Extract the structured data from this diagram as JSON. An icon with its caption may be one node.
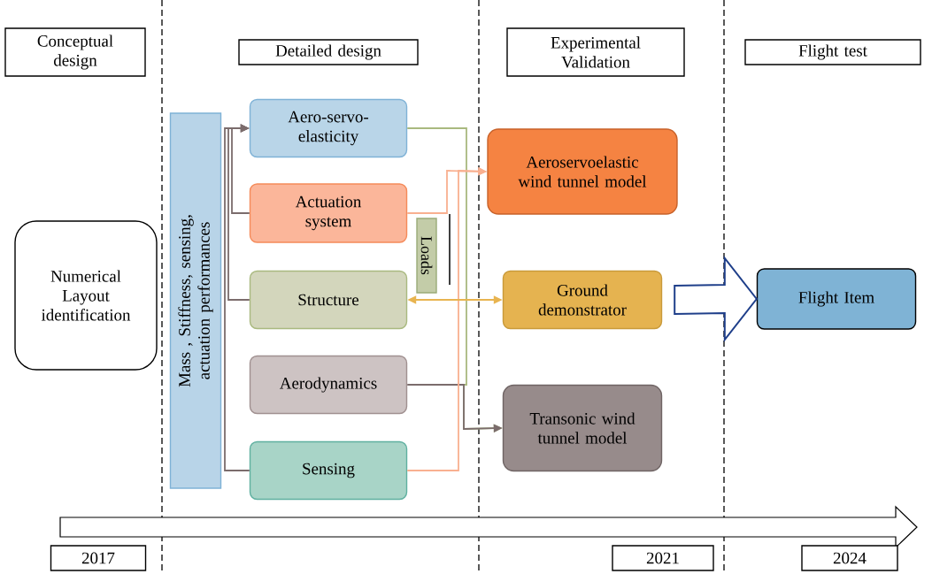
{
  "diagram": {
    "nodes": [
      {
        "text": [
          "Conceptual design"
        ]
      },
      {
        "text": [
          "Detailed design"
        ]
      },
      {
        "text": [
          "Experimental Validation"
        ]
      },
      {
        "text": [
          "Flight test"
        ]
      },
      {
        "text": [
          "Numerical Layout identification"
        ]
      },
      {
        "text": [
          "Mass , Stiffness, sensing, actuation performances"
        ]
      },
      {
        "text": [
          "Aero-servo-elasticity"
        ]
      },
      {
        "text": [
          "Actuation system"
        ]
      },
      {
        "text": [
          "Structure"
        ]
      },
      {
        "text": [
          "Aerodynamics"
        ]
      },
      {
        "text": [
          "Sensing"
        ]
      },
      {
        "text": [
          "Loads"
        ]
      },
      {
        "text": [
          "Aeroservoelastic wind tunnel model"
        ]
      },
      {
        "text": [
          "Ground demonstrator"
        ]
      },
      {
        "text": [
          "Transonic wind tunnel model"
        ]
      },
      {
        "text": [
          "Flight Item"
        ]
      },
      {
        "text": [
          "2017"
        ]
      },
      {
        "text": [
          "2021"
        ]
      },
      {
        "text": [
          "2024"
        ]
      }
    ],
    "edges": [
      {
        "from": 7,
        "to": 6,
        "arrow": "to"
      },
      {
        "from": 8,
        "to": 6,
        "arrow": "to"
      },
      {
        "from": 10,
        "to": 6,
        "arrow": "to"
      },
      {
        "from": 6,
        "to": 14,
        "arrow": "to",
        "color": "#a9b97f"
      },
      {
        "from": 9,
        "to": 14,
        "arrow": "to"
      },
      {
        "from": 7,
        "to": 12,
        "arrow": "to",
        "color": "#f9b090"
      },
      {
        "from": 10,
        "to": 12,
        "arrow": "to",
        "color": "#f9b090"
      },
      {
        "from": 8,
        "to": 13,
        "arrow": "both",
        "color": "#e8b450"
      },
      {
        "from": 13,
        "to": 15,
        "arrow": "to",
        "style": "thick",
        "color": "#1f3f8a"
      }
    ]
  }
}
